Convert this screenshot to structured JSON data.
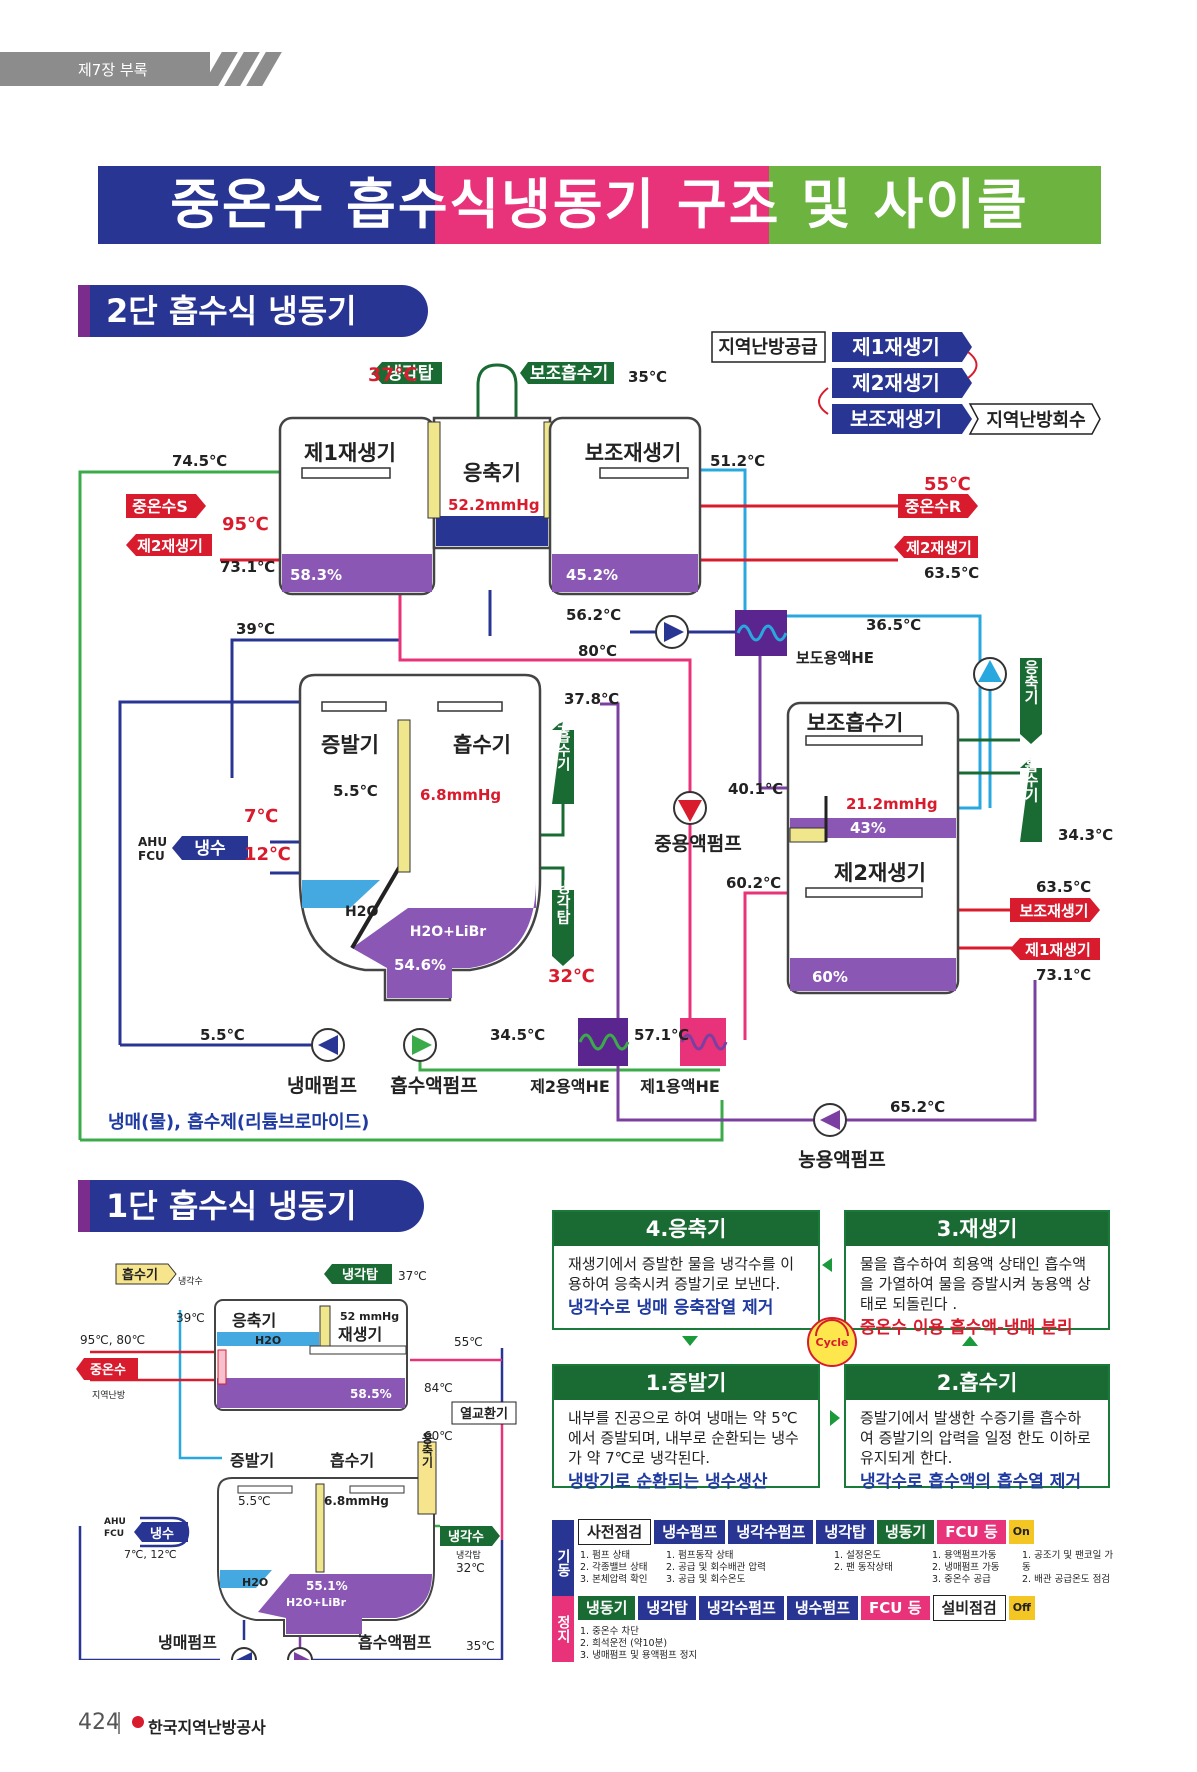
{
  "header": {
    "chapter": "제7장 부록"
  },
  "title": "중온수 흡수식냉동기 구조 및 사이클",
  "two_stage": {
    "section_title": "2단 흡수식 냉동기",
    "legend_labels": {
      "supply": "지역난방공급",
      "return": "지역난방회수",
      "gen1": "제1재생기",
      "gen2": "제2재생기",
      "aux_gen": "보조재생기"
    },
    "components": {
      "gen1": "제1재생기",
      "condenser": "응축기",
      "aux_gen": "보조재생기",
      "evaporator": "증발기",
      "absorber": "흡수기",
      "aux_absorber": "보조흡수기",
      "gen2": "제2재생기",
      "aux_he": "보도용액HE",
      "he2": "제2용액HE",
      "he1": "제1용액HE",
      "refrig_pump": "냉매펌프",
      "abs_pump": "흡수액펌프",
      "mid_pump": "중용액펌프",
      "conc_pump": "농용액펌프"
    },
    "tags": {
      "cooling_tower": "냉각탑",
      "aux_absorber": "보조흡수기",
      "hot_s": "중온수S",
      "hot_r": "중온수R",
      "gen2_left": "제2재생기",
      "gen2_right": "제2재생기",
      "condenser_v": "응축기",
      "absorber_v": "흡수기",
      "aux_abs_v": "보조흡수기",
      "cooling_tower_v": "냉각탑",
      "aux_gen_in": "보조재생기",
      "gen1_in": "제1재생기",
      "chilled": "냉수",
      "ahu": "AHU",
      "fcu": "FCU",
      "h2o": "H2O",
      "h2o_libr": "H2O+LiBr"
    },
    "values": {
      "t37": "37℃",
      "t35": "35℃",
      "t745": "74.5℃",
      "t95": "95℃",
      "t731": "73.1℃",
      "t512": "51.2℃",
      "t55": "55℃",
      "t635": "63.5℃",
      "t562": "56.2℃",
      "t39": "39℃",
      "t80": "80℃",
      "t365": "36.5℃",
      "t378": "37.8℃",
      "t55e": "5.5℃",
      "t7": "7℃",
      "t12": "12℃",
      "t401": "40.1℃",
      "t343": "34.3℃",
      "t602": "60.2℃",
      "t635b": "63.5℃",
      "t731b": "73.1℃",
      "t32": "32℃",
      "t55p": "5.5℃",
      "t345": "34.5℃",
      "t571": "57.1℃",
      "t652": "65.2℃",
      "p522": "52.2mmHg",
      "p68": "6.8mmHg",
      "p212": "21.2mmHg",
      "c583": "58.3%",
      "c452": "45.2%",
      "c546": "54.6%",
      "c43": "43%",
      "c60": "60%"
    },
    "legend_note": "냉매(물), 흡수제(리튬브로마이드)"
  },
  "one_stage": {
    "section_title": "1단 흡수식 냉동기",
    "labels": {
      "abs_water": "흡수기",
      "cooling_water": "냉각수",
      "cooling_tower": "냉각탑",
      "t37": "37℃",
      "condenser": "응축기",
      "p52": "52 mmHg",
      "regenerator": "재생기",
      "h2o_top": "H2O",
      "t39": "39℃",
      "t9580": "95℃, 80℃",
      "hot": "중온수",
      "district": "지역난방",
      "t55": "55℃",
      "c585": "58.5%",
      "t84": "84℃",
      "hx": "열교환기",
      "t60": "60℃",
      "evaporator": "증발기",
      "absorber": "흡수기",
      "cond_v": "응축기",
      "t55e": "5.5℃",
      "p68": "6.8mmHg",
      "ahu": "AHU",
      "fcu": "FCU",
      "chilled": "냉수",
      "t712": "7℃, 12℃",
      "coolw": "냉각수",
      "ct2": "냉각탑",
      "t32": "32℃",
      "h2o": "H2O",
      "c551": "55.1%",
      "h2o_libr": "H2O+LiBr",
      "refrig_pump": "냉매펌프",
      "abs_pump": "흡수액펌프",
      "t35": "35℃"
    }
  },
  "cycle_boxes": [
    {
      "title": "4.응축기",
      "body": "재생기에서 증발한 물을 냉각수를 이용하여 응축시켜 증발기로 보낸다.",
      "highlight": "냉각수로 냉매 응축잠열 제거"
    },
    {
      "title": "3.재생기",
      "body": "물을 흡수하여 희용액 상태인 흡수액을 가열하여 물을 증발시켜 농용액 상태로 되돌린다 .",
      "highlight": "중온수 이용 흡수액-냉매 분리"
    },
    {
      "title": "1.증발기",
      "body": "내부를 진공으로 하여 냉매는 약 5℃에서 증발되며, 내부로 순환되는 냉수가 약 7℃로 냉각된다.",
      "highlight": "냉방기로 순환되는 냉수생산"
    },
    {
      "title": "2.흡수기",
      "body": "증발기에서 발생한 수증기를 흡수하여 증발기의 압력을 일정 한도 이하로 유지되게 한다.",
      "highlight": "냉각수로 흡수액의 흡수열 제거"
    }
  ],
  "cycle_badge": "Cycle",
  "start": {
    "label": "기동",
    "steps": [
      "사전점검",
      "냉수펌프",
      "냉각수펌프",
      "냉각탑",
      "냉동기",
      "FCU 등"
    ],
    "on": "On",
    "notes": [
      [
        "1. 펌프 상태",
        "2. 각종밸브 상태",
        "3. 본체압력 확인"
      ],
      [
        "1. 펌프동작 상태",
        "2. 공급 및 회수배관 압력",
        "3. 공급 및 회수온도"
      ],
      [
        "1. 설정온도",
        "2. 팬 동작상태"
      ],
      [
        "1. 용액펌프가동",
        "2. 냉매펌프 가동",
        "3. 중온수 공급"
      ],
      [
        "1. 공조기 및 팬코일 가동",
        "2. 배관 공급온도 점검"
      ]
    ]
  },
  "stop": {
    "label": "정지",
    "steps": [
      "냉동기",
      "냉각탑",
      "냉각수펌프",
      "냉수펌프",
      "FCU 등",
      "설비점검"
    ],
    "off": "Off",
    "notes": [
      "1. 중온수 차단",
      "2. 희석운전 (약10분)",
      "3. 냉매펌프 및 용액펌프 정지"
    ]
  },
  "footer": {
    "page": "424",
    "org": "한국지역난방공사"
  },
  "colors": {
    "blue": "#283593",
    "pink": "#e8337a",
    "green": "#6db33f",
    "red": "#d81b2d",
    "purple": "#7b4fa8",
    "darkgreen": "#1a6b33",
    "cyan": "#29a8df"
  }
}
